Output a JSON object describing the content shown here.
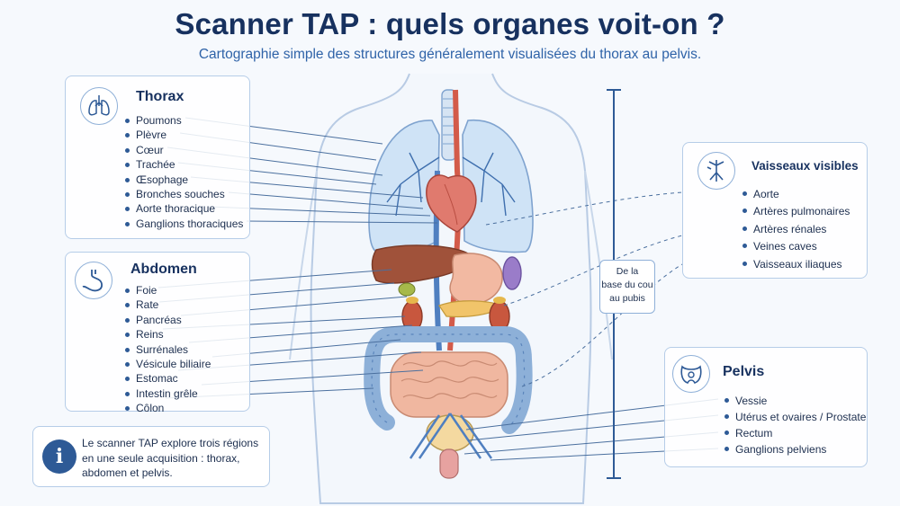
{
  "header": {
    "title": "Scanner TAP : quels organes voit-on ?",
    "subtitle": "Cartographie simple des structures généralement visualisées du thorax au pelvis."
  },
  "thorax": {
    "title": "Thorax",
    "icon": "lungs-icon",
    "items": [
      "Poumons",
      "Plèvre",
      "Cœur",
      "Trachée",
      "Œsophage",
      "Bronches souches",
      "Aorte thoracique",
      "Ganglions thoraciques"
    ]
  },
  "abdomen": {
    "title": "Abdomen",
    "icon": "stomach-icon",
    "items": [
      "Foie",
      "Rate",
      "Pancréas",
      "Reins",
      "Surrénales",
      "Vésicule biliaire",
      "Estomac",
      "Intestin grêle",
      "Côlon"
    ]
  },
  "vessels": {
    "title": "Vaisseaux visibles",
    "icon": "blood-vessels-icon",
    "items": [
      "Aorte",
      "Artères pulmonaires",
      "Artères rénales",
      "Veines caves",
      "Vaisseaux iliaques"
    ]
  },
  "pelvis": {
    "title": "Pelvis",
    "icon": "pelvis-icon",
    "items": [
      "Vessie",
      "Utérus et ovaires / Prostate",
      "Rectum",
      "Ganglions pelviens"
    ]
  },
  "range": {
    "label_line1": "De la",
    "label_line2": "base du cou",
    "label_line3": "au pubis"
  },
  "info": {
    "icon": "info-icon",
    "badge": "i",
    "text": "Le scanner TAP explore trois régions en une seule acquisition : thorax, abdomen et pelvis."
  },
  "colors": {
    "title": "#17315f",
    "accent": "#2e5a96",
    "body_outline": "#b8cbe4",
    "lungs": "#cfe3f6",
    "heart": "#e07a6e",
    "liver": "#a0523a",
    "stomach": "#f2b9a2",
    "spleen": "#9a7cc9",
    "kidney": "#c8573e",
    "intestine": "#f0b7a0",
    "colon": "#8db0d8",
    "bladder": "#f4d9a0"
  }
}
